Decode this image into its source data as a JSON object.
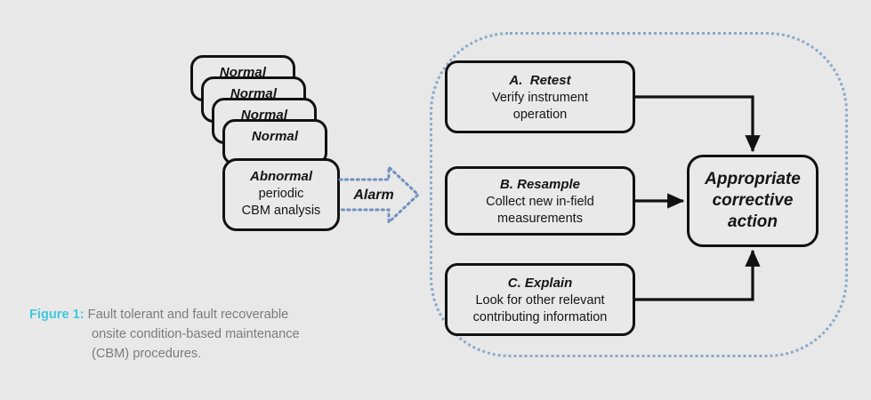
{
  "figure": {
    "background_color": "#e8e8e8",
    "box_fill": "#e9e9e9",
    "box_stroke": "#111111",
    "dotted_border_color": "#8aa9cc",
    "caption_accent_color": "#3ec9da",
    "caption_text_color": "#7b7b7b"
  },
  "stack": {
    "cards": [
      {
        "title": "Normal"
      },
      {
        "title": "Normal"
      },
      {
        "title": "Normal"
      },
      {
        "title": "Normal"
      }
    ],
    "abnormal": {
      "title": "Abnormal",
      "line1": "periodic",
      "line2": "CBM analysis"
    }
  },
  "alarm": {
    "label": "Alarm"
  },
  "procedures": [
    {
      "id": "a",
      "title": "A.  Retest",
      "line1": "Verify instrument",
      "line2": "operation"
    },
    {
      "id": "b",
      "title": "B. Resample",
      "line1": "Collect new in-field",
      "line2": "measurements"
    },
    {
      "id": "c",
      "title": "C. Explain",
      "line1": "Look for other relevant",
      "line2": "contributing information"
    }
  ],
  "action": {
    "line1": "Appropriate",
    "line2": "corrective",
    "line3": "action"
  },
  "caption": {
    "label": "Figure 1:",
    "line1": " Fault tolerant and fault recoverable",
    "line2": "onsite condition-based maintenance",
    "line3": "(CBM) procedures."
  }
}
